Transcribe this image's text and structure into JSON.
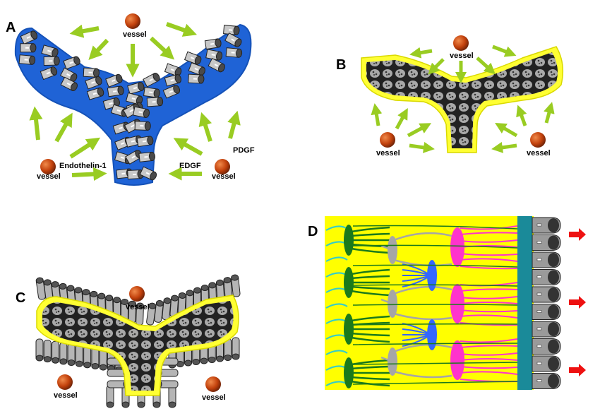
{
  "panels": {
    "a": {
      "letter": "A"
    },
    "b": {
      "letter": "B"
    },
    "c": {
      "letter": "C"
    },
    "d": {
      "letter": "D"
    }
  },
  "vessel_label": "vessel",
  "factors": {
    "endothelin": "Endothelin-1",
    "edgf": "EDGF",
    "pdgf": "PDGF"
  },
  "colors": {
    "panel_a_tissue": "#1f63d6",
    "panel_b_c_tissue": "#ffff33",
    "arrow_green": "#99cc22",
    "vessel": "#c2410c",
    "cell_grey": "#bdbdbd",
    "nucleus_dark": "#555555",
    "retina_bg": "#ffff00",
    "ganglion_cell": "#1b7a1b",
    "amacrine_cell": "#3366ff",
    "bipolar_cell": "#a6a6a6",
    "horizontal_cell": "#ff33cc",
    "outer_limiting": "#1a8a99",
    "photoreceptor": "#8c8c8c",
    "red_arrow": "#ee1111"
  }
}
